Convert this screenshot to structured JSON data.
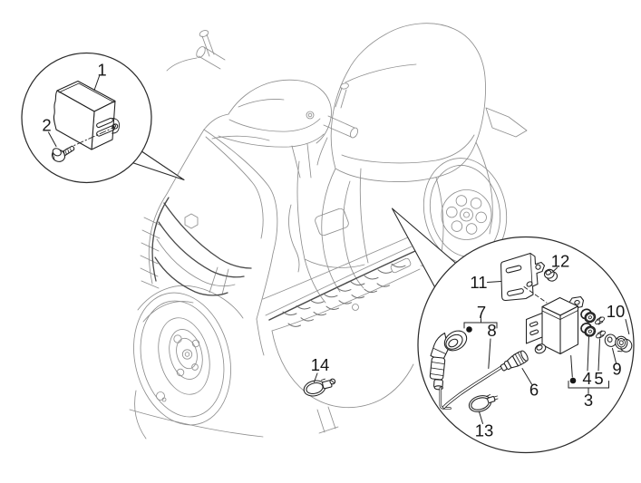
{
  "diagram": {
    "type": "exploded-parts-diagram",
    "subject": "scooter electrical components with two magnified detail circles",
    "colors": {
      "background": "#ffffff",
      "part_line": "#1f1f1f",
      "vehicle_line": "#8f8f8f",
      "accent_dark_line": "#4a4a4a",
      "label_text": "#161616"
    },
    "callouts": [
      {
        "label": "1"
      },
      {
        "label": "2"
      },
      {
        "label": "3"
      },
      {
        "label": "4"
      },
      {
        "label": "5"
      },
      {
        "label": "6"
      },
      {
        "label": "7"
      },
      {
        "label": "8"
      },
      {
        "label": "9"
      },
      {
        "label": "10"
      },
      {
        "label": "11"
      },
      {
        "label": "12"
      },
      {
        "label": "13"
      },
      {
        "label": "14"
      }
    ],
    "groups": [
      {
        "group_label": "3",
        "bullet": true,
        "member_labels": [
          "4",
          "5"
        ]
      },
      {
        "group_label": "7",
        "bullet": true,
        "member_labels": [
          "8"
        ]
      }
    ],
    "detail_circles": [
      {
        "name": "detail-circle-a",
        "callouts": [
          "1",
          "2"
        ]
      },
      {
        "name": "detail-circle-b",
        "callouts": [
          "3",
          "4",
          "5",
          "6",
          "7",
          "8",
          "9",
          "10",
          "11",
          "12",
          "13"
        ]
      }
    ]
  }
}
